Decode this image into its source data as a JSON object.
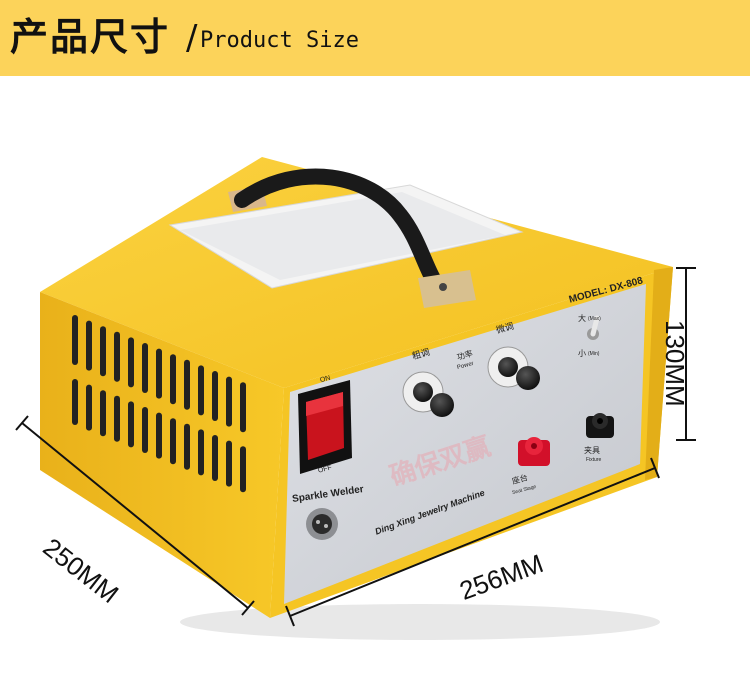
{
  "banner": {
    "title_cn": "产品尺寸",
    "separator": "/",
    "title_en": "Product Size",
    "color": "#fcd35a"
  },
  "dimensions": {
    "width": "256MM",
    "depth": "250MM",
    "height": "130MM"
  },
  "device": {
    "model": "MODEL: DX-808",
    "product_name": "Sparkle Welder",
    "brand": "Ding Xing Jewelry Machine",
    "switch_on": "ON",
    "switch_off": "OFF",
    "coarse_cn": "粗调",
    "fine_cn": "微调",
    "power_cn": "功率",
    "power_en": "Power",
    "big_cn": "大",
    "big_en": "(Max)",
    "small_cn": "小",
    "small_en": "(Min)",
    "clamp_cn": "夹具",
    "clamp_en": "Fixture",
    "seat_cn": "座台",
    "seat_en": "Seat Stage",
    "watermark": "确保双赢",
    "body_color": "#f6c526",
    "panel_color": "#d4d7dd"
  }
}
